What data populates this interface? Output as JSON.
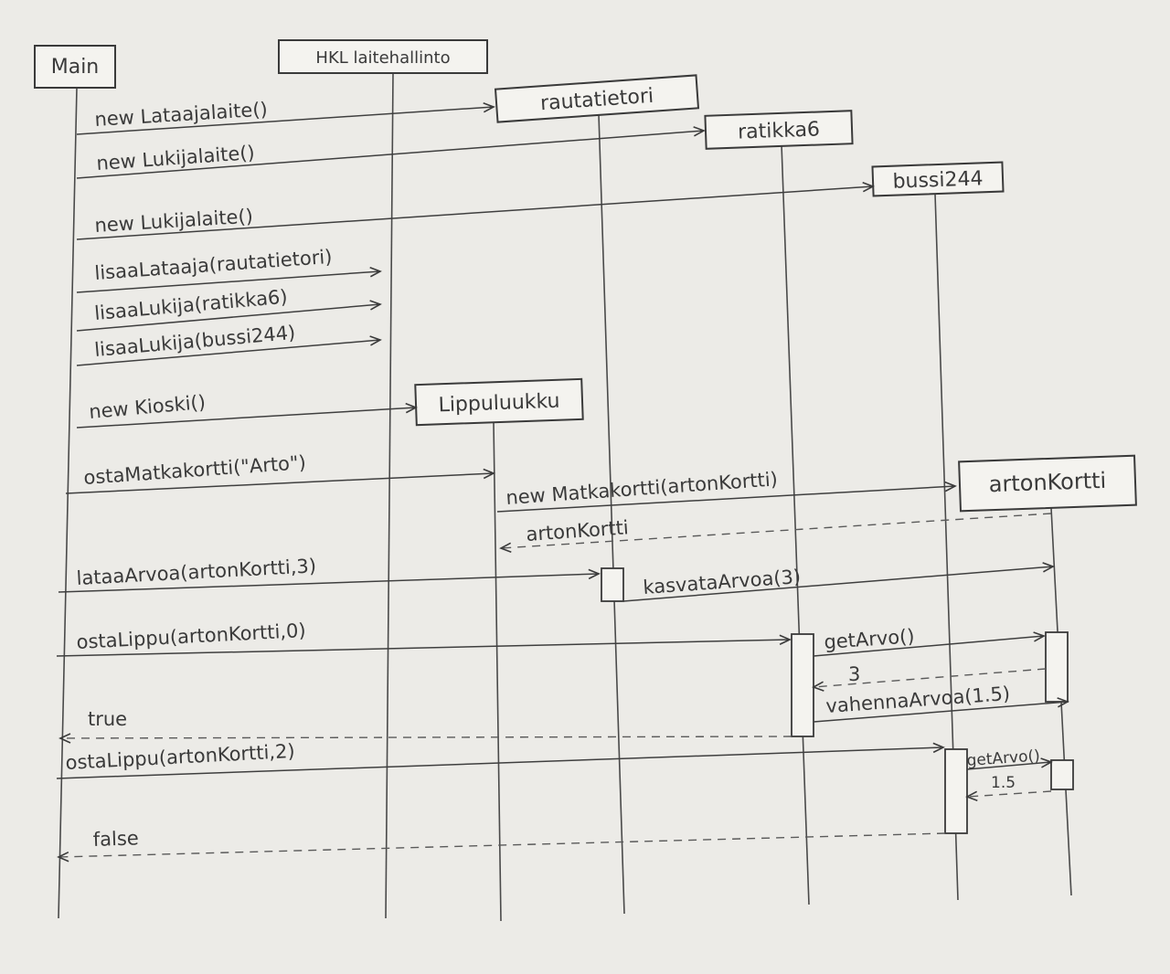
{
  "diagram": {
    "type": "sequence",
    "participants": [
      {
        "id": "main",
        "label": "Main"
      },
      {
        "id": "hkl",
        "label": "HKL laitehallinto"
      },
      {
        "id": "rautatietori",
        "label": "rautatietori"
      },
      {
        "id": "ratikka6",
        "label": "ratikka6"
      },
      {
        "id": "bussi244",
        "label": "bussi244"
      },
      {
        "id": "lippuluukku",
        "label": "Lippuluukku"
      },
      {
        "id": "artonkortti",
        "label": "artonKortti"
      }
    ],
    "messages": [
      {
        "from": "main",
        "to": "rautatietori",
        "label": "new Lataajalaite()",
        "kind": "call"
      },
      {
        "from": "main",
        "to": "ratikka6",
        "label": "new Lukijalaite()",
        "kind": "call"
      },
      {
        "from": "main",
        "to": "bussi244",
        "label": "new Lukijalaite()",
        "kind": "call"
      },
      {
        "from": "main",
        "to": "hkl",
        "label": "lisaaLataaja(rautatietori)",
        "kind": "call"
      },
      {
        "from": "main",
        "to": "hkl",
        "label": "lisaaLukija(ratikka6)",
        "kind": "call"
      },
      {
        "from": "main",
        "to": "hkl",
        "label": "lisaaLukija(bussi244)",
        "kind": "call"
      },
      {
        "from": "main",
        "to": "lippuluukku",
        "label": "new Kioski()",
        "kind": "call"
      },
      {
        "from": "main",
        "to": "lippuluukku",
        "label": "ostaMatkakortti(\"Arto\")",
        "kind": "call"
      },
      {
        "from": "lippuluukku",
        "to": "artonkortti",
        "label": "new Matkakortti(artonKortti)",
        "kind": "call"
      },
      {
        "from": "artonkortti",
        "to": "lippuluukku",
        "label": "artonKortti",
        "kind": "return"
      },
      {
        "from": "main",
        "to": "rautatietori",
        "label": "lataaArvoa(artonKortti,3)",
        "kind": "call"
      },
      {
        "from": "rautatietori",
        "to": "artonkortti",
        "label": "kasvataArvoa(3)",
        "kind": "call"
      },
      {
        "from": "main",
        "to": "ratikka6",
        "label": "ostaLippu(artonKortti,0)",
        "kind": "call"
      },
      {
        "from": "ratikka6",
        "to": "artonkortti",
        "label": "getArvo()",
        "kind": "call"
      },
      {
        "from": "artonkortti",
        "to": "ratikka6",
        "label": "3",
        "kind": "return"
      },
      {
        "from": "ratikka6",
        "to": "artonkortti",
        "label": "vahennaArvoa(1.5)",
        "kind": "call"
      },
      {
        "from": "ratikka6",
        "to": "main",
        "label": "true",
        "kind": "return"
      },
      {
        "from": "main",
        "to": "bussi244",
        "label": "ostaLippu(artonKortti,2)",
        "kind": "call"
      },
      {
        "from": "bussi244",
        "to": "artonkortti",
        "label": "getArvo()",
        "kind": "call"
      },
      {
        "from": "artonkortti",
        "to": "bussi244",
        "label": "1.5",
        "kind": "return"
      },
      {
        "from": "bussi244",
        "to": "main",
        "label": "false",
        "kind": "return"
      }
    ]
  }
}
